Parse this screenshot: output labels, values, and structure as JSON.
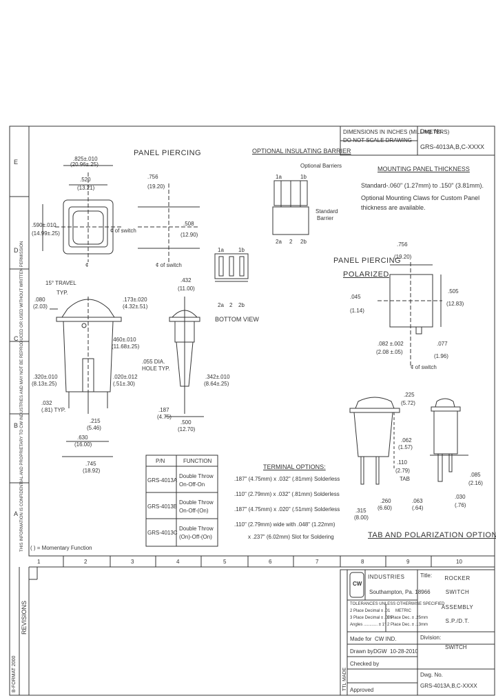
{
  "header_box": {
    "dimensions_note": "DIMENSIONS IN INCHES (MILLIMETERS)",
    "scale_note": "DO NOT SCALE DRAWING",
    "dwg_label": "Dwg. No.",
    "dwg_value": "GRS-4013A,B,C-XXXX"
  },
  "row_labels": [
    "E",
    "D",
    "C",
    "B",
    "A"
  ],
  "col_labels": [
    "1",
    "2",
    "3",
    "4",
    "5",
    "6",
    "7",
    "8",
    "9",
    "10"
  ],
  "views": {
    "panel_piercing": "PANEL PIERCING",
    "optional_barrier": "OPTIONAL INSULATING BARRIER",
    "optional_barriers": "Optional Barriers",
    "standard_barrier_1": "Standard",
    "standard_barrier_2": "Barrier",
    "bottom_view": "BOTTOM VIEW",
    "panel_piercing_polarized_1": "PANEL PIERCING",
    "panel_piercing_polarized_2": "POLARIZED",
    "tab_options": "TAB AND POLARIZATION OPTIONS"
  },
  "mounting": {
    "title": "MOUNTING PANEL THICKNESS",
    "line1": "Standard-.060\" (1.27mm) to .150\" (3.81mm).",
    "line2": "Optional Mounting Claws for Custom Panel",
    "line3": "thickness are available."
  },
  "dims": {
    "d1": ".825±.010",
    "d1m": "(20.96±.25)",
    "d2": ".520",
    "d2m": "(13.21)",
    "d3": ".590±.010",
    "d3m": "(14.99±.25)",
    "cl_switch": "¢ of switch",
    "cl": "¢",
    "pp1": ".756",
    "pp1m": "(19.20)",
    "pp2": ".508",
    "pp2m": "(12.90)",
    "travel": "15° TRAVEL",
    "typ": "TYP.",
    "d4": ".080",
    "d4m": "(2.03)",
    "d5": ".173±.020",
    "d5m": "(4.32±.51)",
    "d6": ".460±.010",
    "d6m": "(11.68±.25)",
    "d7": ".320±.010",
    "d7m": "(8.13±.25)",
    "d8": ".020±.012",
    "d8m": "(.51±.30)",
    "d9": ".032",
    "d9m": "(.81) TYP.",
    "d10": ".215",
    "d10m": "(5.46)",
    "d11": ".630",
    "d11m": "(16.00)",
    "d12": ".745",
    "d12m": "(18.92)",
    "d13": ".432",
    "d13m": "(11.00)",
    "d14": ".055 DIA.",
    "d14b": "HOLE TYP.",
    "d15": ".342±.010",
    "d15m": "(8.64±.25)",
    "d16": ".187",
    "d16m": "(4.75)",
    "d17": ".500",
    "d17m": "(12.70)",
    "pz1": ".756",
    "pz1m": "(19.20)",
    "pz2": ".045",
    "pz2m": "(1.14)",
    "pz3": ".505",
    "pz3m": "(12.83)",
    "pz4": ".082 ±.002",
    "pz4m": "(2.08 ±.05)",
    "pz5": ".077",
    "pz5m": "(1.96)",
    "t1": ".225",
    "t1m": "(5.72)",
    "t2": ".062",
    "t2m": "(1.57)",
    "t3": ".110",
    "t3m": "(2.79)",
    "t3b": "TAB",
    "t4": ".085",
    "t4m": "(2.16)",
    "t5": ".030",
    "t5m": "(.76)",
    "t6": ".315",
    "t6m": "(8.00)",
    "t7": ".260",
    "t7m": "(6.60)",
    "t8": ".063",
    "t8m": "(.64)",
    "pin_1a": "1a",
    "pin_1b": "1b",
    "pin_2a": "2a",
    "pin_2": "2",
    "pin_2b": "2b"
  },
  "pn_table": {
    "headers": [
      "P/N",
      "FUNCTION"
    ],
    "rows": [
      {
        "pn": "GRS-4013A",
        "f1": "Double Throw",
        "f2": "On-Off-On"
      },
      {
        "pn": "GRS-4013B",
        "f1": "Double Throw",
        "f2": "On-Off-(On)"
      },
      {
        "pn": "GRS-4013C",
        "f1": "Double Throw",
        "f2": "(On)-Off-(On)"
      }
    ],
    "note": "( ) = Momentary Function"
  },
  "terminal": {
    "title": "TERMINAL OPTIONS:",
    "rows": [
      ".187\" (4.75mm) x .032\" (.81mm) Solderless",
      ".110\" (2.79mm) x .032\" (.81mm) Solderless",
      ".187\" (4.75mm) x .020\" (.51mm) Solderless",
      ".110\" (2.79mm) wide with .048\" (1.22mm)",
      "x .237\" (6.02mm) Slot for Soldering"
    ]
  },
  "title_block": {
    "company": "INDUSTRIES",
    "city": "Southampton, Pa. 18966",
    "tolerances": "TOLERANCES UNLESS OTHERWISE SPECIFIED",
    "tol1": "2 Place Decimal ± .01",
    "tol2": "3 Place Decimal ± .005",
    "tol3": "Angles ............ ± 1°",
    "metric": "METRIC",
    "met1": "1 Place Dec. ± .25mm",
    "met2": "2 Place Dec. ± .13mm",
    "made_for_label": "Made for",
    "made_for": "CW IND.",
    "drawn_label": "Drawn by",
    "drawn_by": "DGW",
    "date": "10-28-2010",
    "checked_label": "Checked by",
    "approved_label": "Approved",
    "title_label": "Title:",
    "title1": "ROCKER",
    "title2": "SWITCH",
    "title3": "ASSEMBLY",
    "title4": "S.P./D.T.",
    "division_label": "Division:",
    "division": "SWITCH",
    "dwg_label": "Dwg. No.",
    "dwg": "GRS-4013A,B,C-XXXX",
    "ttl_made": "TTL MADE",
    "revisions": "REVISIONS",
    "format": "B-FORMAT 2000"
  },
  "proprietary": "THIS INFORMATION IS CONFIDENTIAL AND PROPRIETARY TO CW INDUSTRIES AND MAY NOT BE REPRODUCED OR USED WITHOUT WRITTEN PERMISSION"
}
